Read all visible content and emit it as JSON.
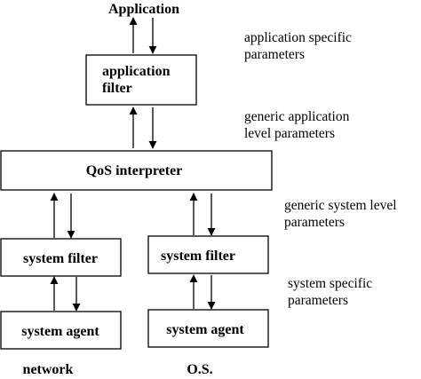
{
  "nodes": {
    "application": "Application",
    "application_filter": [
      "application",
      "filter"
    ],
    "qos_interpreter": "QoS interpreter",
    "system_filter_left": "system filter",
    "system_filter_right": "system filter",
    "system_agent_left": "system agent",
    "system_agent_right": "system agent"
  },
  "annotations": {
    "application_specific": [
      "application specific",
      "parameters"
    ],
    "generic_application": [
      "generic application",
      "level parameters"
    ],
    "generic_system": [
      "generic system level",
      "parameters"
    ],
    "system_specific": [
      "system specific",
      "parameters"
    ]
  },
  "columns": {
    "network": "network",
    "os": "O.S."
  }
}
